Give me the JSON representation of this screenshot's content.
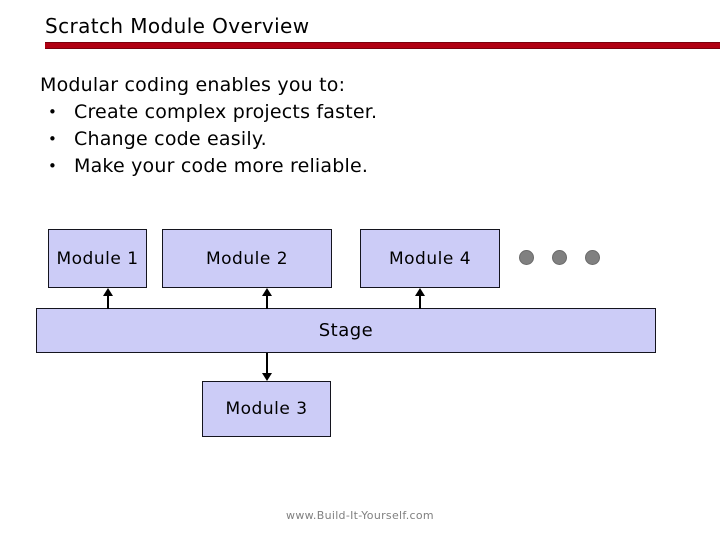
{
  "slide": {
    "title": "Scratch Module Overview",
    "accent_color": "#b00012",
    "node_fill_color": "#ccccf7",
    "node_border_color": "#14141e",
    "dot_color": "#808080",
    "footer": "www.Build-It-Yourself.com"
  },
  "body": {
    "lead": "Modular coding enables you to:",
    "bullet_marker": "•",
    "bullets": [
      "Create complex projects faster.",
      "Change code easily.",
      "Make your code more reliable."
    ]
  },
  "diagram": {
    "nodes": [
      {
        "id": "module1",
        "label": "Module 1"
      },
      {
        "id": "module2",
        "label": "Module 2"
      },
      {
        "id": "module4",
        "label": "Module 4"
      },
      {
        "id": "stage",
        "label": "Stage"
      },
      {
        "id": "module3",
        "label": "Module 3"
      }
    ],
    "ellipsis_dots": 3,
    "arrows": [
      {
        "from": "stage",
        "to": "module1",
        "direction": "up"
      },
      {
        "from": "stage",
        "to": "module2",
        "direction": "up"
      },
      {
        "from": "stage",
        "to": "module4",
        "direction": "up"
      },
      {
        "from": "stage",
        "to": "module3",
        "direction": "down"
      }
    ]
  }
}
